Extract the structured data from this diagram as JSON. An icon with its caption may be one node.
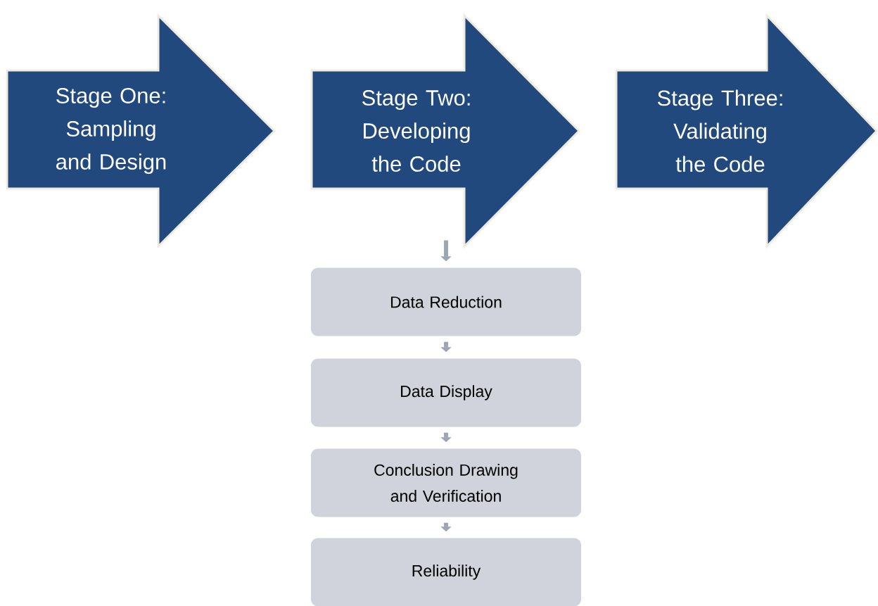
{
  "diagram": {
    "nodes": [
      {
        "text": [
          "Stage One: Sampling and Design"
        ]
      },
      {
        "text": [
          "Stage Two: Developing the Code"
        ]
      },
      {
        "text": [
          "Stage Three: Validating the Code"
        ]
      },
      {
        "text": [
          "Data Reduction"
        ]
      },
      {
        "text": [
          "Data Display"
        ]
      },
      {
        "text": [
          "Conclusion Drawing and Verification"
        ]
      },
      {
        "text": [
          "Reliability"
        ]
      }
    ],
    "edges": [
      {
        "from": 1,
        "to": 3,
        "arrow": "to"
      },
      {
        "from": 3,
        "to": 4,
        "arrow": "to"
      },
      {
        "from": 4,
        "to": 5,
        "arrow": "to"
      },
      {
        "from": 5,
        "to": 6,
        "arrow": "to"
      }
    ]
  }
}
